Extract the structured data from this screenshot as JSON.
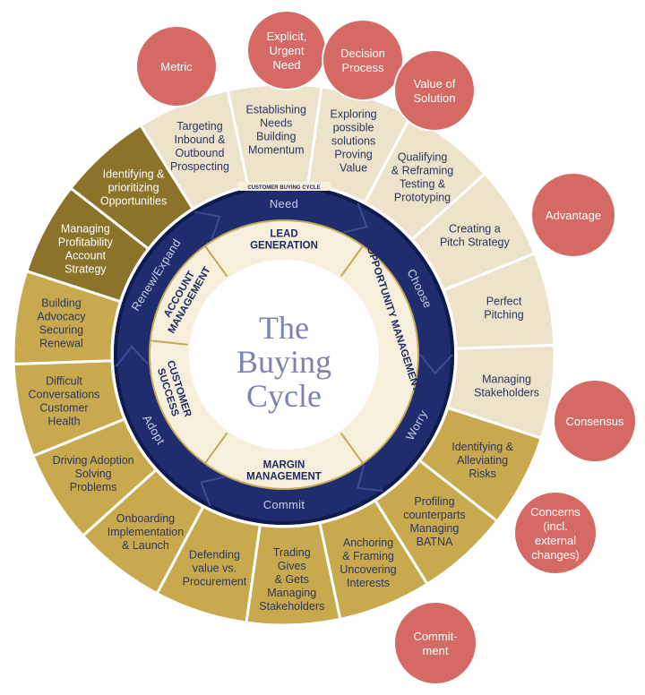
{
  "center_title": [
    "The",
    "Buying",
    "Cycle"
  ],
  "ring_banner": "CUSTOMER BUYING CYCLE",
  "colors": {
    "outer_light": "#ede3cb",
    "outer_mid": "#c9a94e",
    "outer_dark": "#8b7329",
    "bubble": "#d46a63",
    "navy": "#1f2d6e",
    "navy_dark": "#0f1a4e",
    "cream": "#f6efdc"
  },
  "phases": [
    {
      "label": "Need",
      "angle": 0
    },
    {
      "label": "Choose",
      "angle": 64
    },
    {
      "label": "Worry",
      "angle": 118
    },
    {
      "label": "Commit",
      "angle": 180
    },
    {
      "label": "Adopt",
      "angle": 240
    },
    {
      "label": "Renew/Expand",
      "angle": 302
    }
  ],
  "inner_segments": [
    {
      "label": [
        "LEAD",
        "GENERATION"
      ],
      "angle": 0
    },
    {
      "label": [
        "OPPORTUNITY MANAGEMENT"
      ],
      "angle": 72
    },
    {
      "label": [
        "MARGIN",
        "MANAGEMENT"
      ],
      "angle": 180
    },
    {
      "label": [
        "CUSTOMER",
        "SUCCESS"
      ],
      "angle": 252
    },
    {
      "label": [
        "ACCOUNT",
        "MANAGEMENT"
      ],
      "angle": 300
    }
  ],
  "outer_segments": [
    {
      "lines": [
        "Targeting",
        "Inbound &",
        "Outbound",
        "Prospecting"
      ],
      "shade": "light"
    },
    {
      "lines": [
        "Establishing",
        "Needs",
        "Building",
        "Momentum"
      ],
      "shade": "light"
    },
    {
      "lines": [
        "Exploring",
        "possible",
        "solutions",
        "Proving",
        "Value"
      ],
      "shade": "light"
    },
    {
      "lines": [
        "Qualifying",
        "& Reframing",
        "Testing &",
        "Prototyping"
      ],
      "shade": "light"
    },
    {
      "lines": [
        "Creating a",
        "Pitch Strategy"
      ],
      "shade": "light"
    },
    {
      "lines": [
        "Perfect",
        "Pitching"
      ],
      "shade": "light"
    },
    {
      "lines": [
        "Managing",
        "Stakeholders"
      ],
      "shade": "light"
    },
    {
      "lines": [
        "Identifying &",
        "Alleviating",
        "Risks"
      ],
      "shade": "mid"
    },
    {
      "lines": [
        "Profiling",
        "counterparts",
        "Managing",
        "BATNA"
      ],
      "shade": "mid"
    },
    {
      "lines": [
        "Anchoring",
        "& Framing",
        "Uncovering",
        "Interests"
      ],
      "shade": "mid"
    },
    {
      "lines": [
        "Trading",
        "Gives",
        "& Gets",
        "Managing",
        "Stakeholders"
      ],
      "shade": "mid"
    },
    {
      "lines": [
        "Defending",
        "value vs.",
        "Procurement"
      ],
      "shade": "mid"
    },
    {
      "lines": [
        "Onboarding",
        "Implementation",
        "& Launch"
      ],
      "shade": "mid"
    },
    {
      "lines": [
        "Driving Adoption",
        "Solving",
        "Problems"
      ],
      "shade": "mid"
    },
    {
      "lines": [
        "Difficult",
        "Conversations",
        "Customer",
        "Health"
      ],
      "shade": "mid"
    },
    {
      "lines": [
        "Building",
        "Advocacy",
        "Securing",
        "Renewal"
      ],
      "shade": "mid"
    },
    {
      "lines": [
        "Managing",
        "Profitability",
        "Account",
        "Strategy"
      ],
      "shade": "dark"
    },
    {
      "lines": [
        "Identifying &",
        "prioritizing",
        "Opportunities"
      ],
      "shade": "dark"
    }
  ],
  "bubbles": [
    {
      "lines": [
        "Metric"
      ]
    },
    {
      "lines": [
        "Explicit,",
        "Urgent",
        "Need"
      ]
    },
    {
      "lines": [
        "Decision",
        "Process"
      ]
    },
    {
      "lines": [
        "Value of",
        "Solution"
      ]
    },
    {
      "lines": [
        "Advantage"
      ]
    },
    {
      "lines": [
        "Consensus"
      ]
    },
    {
      "lines": [
        "Concerns",
        "(incl.",
        "external",
        "changes)"
      ]
    },
    {
      "lines": [
        "Commit-",
        "ment"
      ]
    }
  ]
}
